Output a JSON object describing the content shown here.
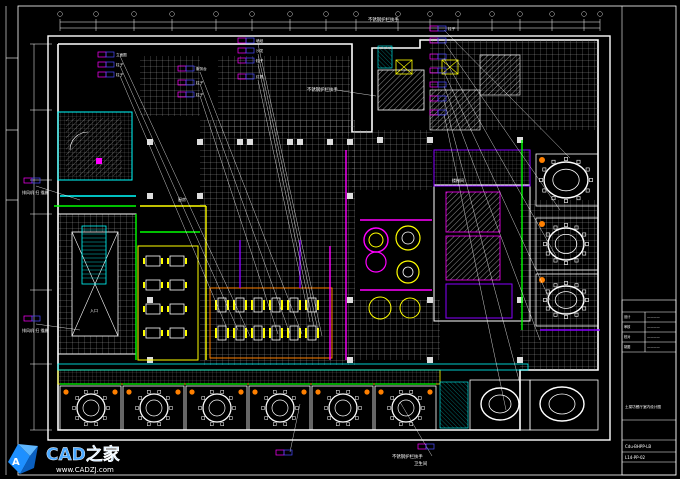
{
  "colors": {
    "background": "#000000",
    "frame": "#ffffff",
    "wall": "#ffffff",
    "grid": "#bfbfbf",
    "magenta": "#ff00ff",
    "purple": "#8800ff",
    "yellow": "#ffff00",
    "cyan": "#00ffff",
    "green": "#00ff00",
    "orange": "#ff8000",
    "red": "#ff0000",
    "blue": "#0000ff",
    "logo_accent": "#1e90ff"
  },
  "title_block": {
    "drawing_title": "土菜坊餐厅室内设计图",
    "drawing_number": "Cdu-BHPP-LB",
    "sheet_number": "L14-PP-02"
  },
  "callouts": {
    "top_center": "不锈钢护栏扶手",
    "mid_center": "不锈钢护栏扶手",
    "bottom_center": "不锈钢护栏扶手",
    "bottom_center_2": "卫生间",
    "left_upper": "排风机 扫 描施",
    "left_lower": "排风机 扫 描施",
    "entrance": "入口",
    "kitchen": "厨房",
    "stair": "楼梯间",
    "tags": [
      "立面图",
      "柱子",
      "柱子",
      "服务台",
      "柱子",
      "柱子",
      "墙纸",
      "沙发",
      "柱子",
      "灯具",
      "柱子"
    ]
  },
  "logo": {
    "brand": "CAD之家",
    "url": "www.CADZJ.com"
  }
}
